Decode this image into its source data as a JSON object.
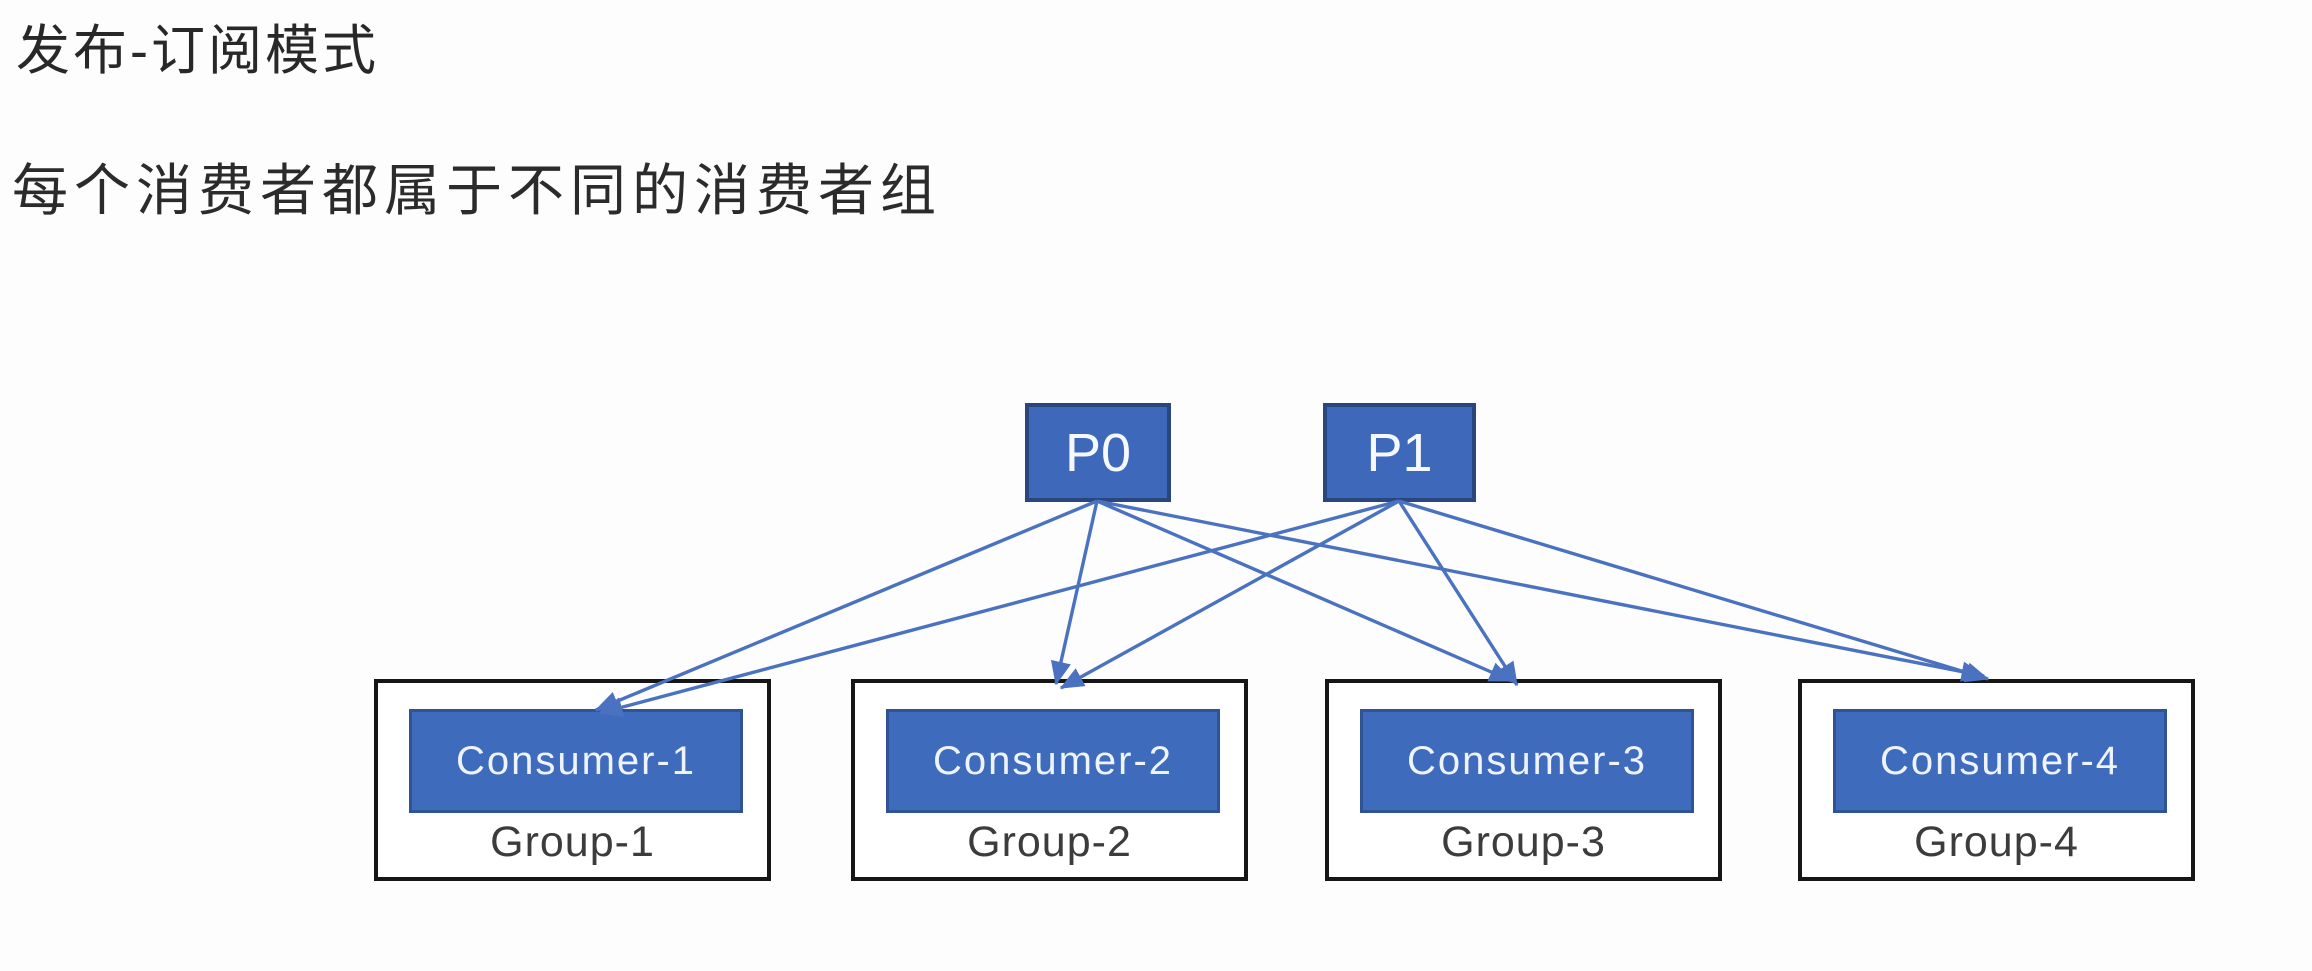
{
  "title": "发布-订阅模式",
  "subtitle": "每个消费者都属于不同的消费者组",
  "colors": {
    "node_fill": "#3f6bbd",
    "node_border": "#2f5496",
    "partition_border": "#29477e",
    "arrow": "#4a72c0",
    "group_box_border": "#161616",
    "group_label_text": "#3c3c3c",
    "node_text": "#ffffff",
    "heading_text": "#282828",
    "background": "#ffffff"
  },
  "diagram": {
    "partitions": [
      {
        "id": "P0",
        "label": "P0"
      },
      {
        "id": "P1",
        "label": "P1"
      }
    ],
    "consumer_groups": [
      {
        "id": "C1",
        "consumer_label": "Consumer-1",
        "group_label": "Group-1"
      },
      {
        "id": "C2",
        "consumer_label": "Consumer-2",
        "group_label": "Group-2"
      },
      {
        "id": "C3",
        "consumer_label": "Consumer-3",
        "group_label": "Group-3"
      },
      {
        "id": "C4",
        "consumer_label": "Consumer-4",
        "group_label": "Group-4"
      }
    ],
    "edges": [
      {
        "from": "P0",
        "to": "C1"
      },
      {
        "from": "P0",
        "to": "C2"
      },
      {
        "from": "P0",
        "to": "C3"
      },
      {
        "from": "P0",
        "to": "C4"
      },
      {
        "from": "P1",
        "to": "C1"
      },
      {
        "from": "P1",
        "to": "C2"
      },
      {
        "from": "P1",
        "to": "C3"
      },
      {
        "from": "P1",
        "to": "C4"
      }
    ]
  }
}
